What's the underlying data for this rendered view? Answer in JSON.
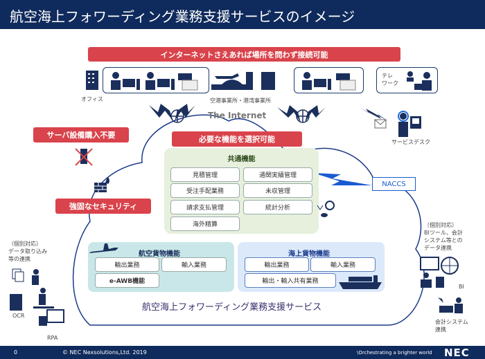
{
  "title": "航空海上フォワーディング業務支援サービスのイメージ",
  "banner_internet": "インターネットさえあれば場所を問わず接続可能",
  "locations": {
    "office": "オフィス",
    "ports": "空港事業所・港湾事業所",
    "telework": "テレ\nワーク",
    "service_desk": "サービスデスク"
  },
  "internet_label": "The Internet",
  "no_server": "サーバ設備購入不要",
  "select_functions": "必要な機能を選択可能",
  "security": "強固なセキュリティ",
  "common": {
    "title": "共通機能",
    "items": [
      "見積管理",
      "通関実績管理",
      "受注手配業務",
      "未収管理",
      "請求支払管理",
      "統計分析",
      "海外精算"
    ]
  },
  "naccs": "NACCS",
  "air": {
    "title": "航空貨物機能",
    "items": [
      "輸出業務",
      "輸入業務",
      "e-AWB機能"
    ]
  },
  "sea": {
    "title": "海上貨物機能",
    "items": [
      "輸出業務",
      "輸入業務",
      "輸出・輸入共有業務"
    ]
  },
  "service_name": "航空海上フォワーディング業務支援サービス",
  "left_note": "（個別対応）\nデータ取り込み\n等の連携",
  "ocr": "OCR",
  "rpa": "RPA",
  "right_note": "（個別対応）\nBIツール、会計\nシステム等との\nデータ連携",
  "bi": "BI",
  "accounting": "会計システム\n連携",
  "footer": {
    "page": "0",
    "copyright": "© NEC Nexsolutions,Ltd. 2019",
    "tagline": "\\Orchestrating a brighter world",
    "logo": "NEC"
  },
  "colors": {
    "navy": "#0f2a5c",
    "red": "#d9434b",
    "green": "#e6f0dc",
    "teal": "#c9e7e8",
    "lightblue": "#dbe9fb"
  }
}
